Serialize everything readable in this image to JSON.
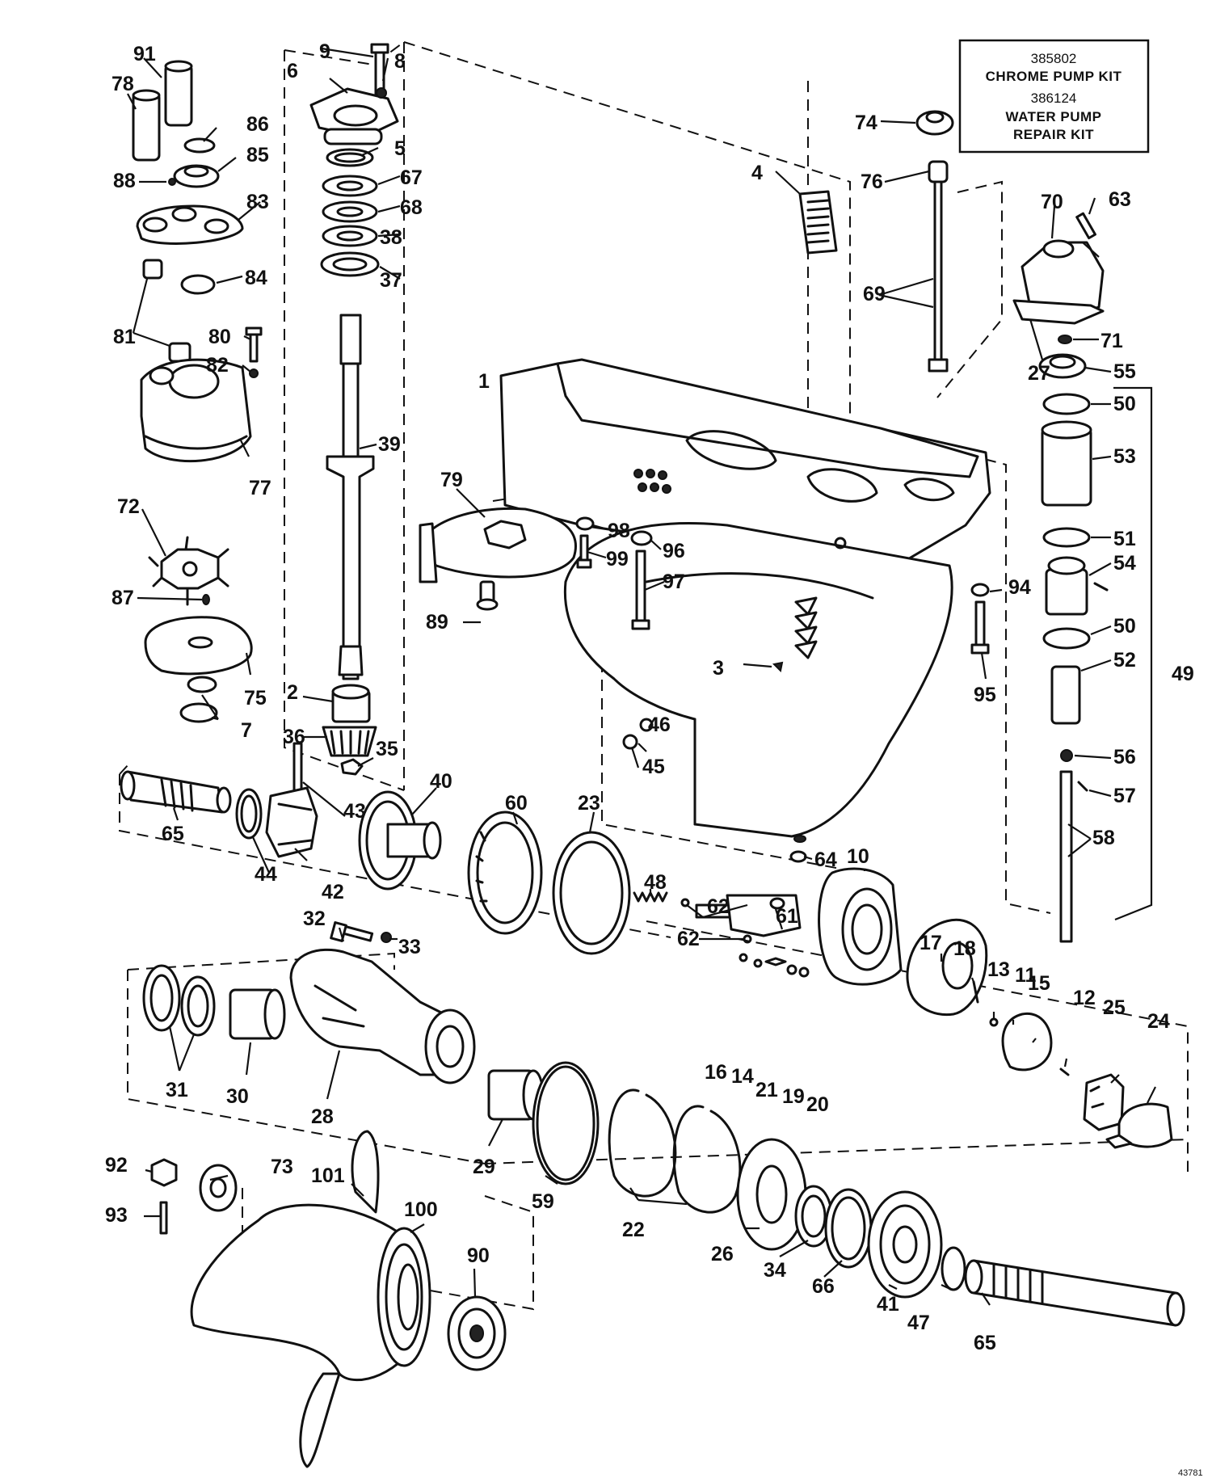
{
  "kit_box": {
    "line1": "385802",
    "line2": "CHROME PUMP KIT",
    "line3": "386124",
    "line4": "WATER PUMP",
    "line5": "REPAIR KIT"
  },
  "figure_id": "43781",
  "callouts": {
    "n1": "1",
    "n2": "2",
    "n3": "3",
    "n4": "4",
    "n5": "5",
    "n6": "6",
    "n7": "7",
    "n8": "8",
    "n9": "9",
    "n10": "10",
    "n11": "11",
    "n12": "12",
    "n13": "13",
    "n14": "14",
    "n15": "15",
    "n16": "16",
    "n17": "17",
    "n18": "18",
    "n19": "19",
    "n20": "20",
    "n21": "21",
    "n22": "22",
    "n23": "23",
    "n24": "24",
    "n25": "25",
    "n26": "26",
    "n27": "27",
    "n28": "28",
    "n29": "29",
    "n30": "30",
    "n31": "31",
    "n32": "32",
    "n33": "33",
    "n34": "34",
    "n35": "35",
    "n36": "36",
    "n37": "37",
    "n38": "38",
    "n39": "39",
    "n40": "40",
    "n41": "41",
    "n42": "42",
    "n43": "43",
    "n44": "44",
    "n45": "45",
    "n46": "46",
    "n47": "47",
    "n48": "48",
    "n49": "49",
    "n50": "50",
    "n51": "51",
    "n52": "52",
    "n53": "53",
    "n54": "54",
    "n55": "55",
    "n56": "56",
    "n57": "57",
    "n58": "58",
    "n59": "59",
    "n60": "60",
    "n61": "61",
    "n62": "62",
    "n63": "63",
    "n64": "64",
    "n65": "65",
    "n66": "66",
    "n67": "67",
    "n68": "68",
    "n69": "69",
    "n70": "70",
    "n71": "71",
    "n72": "72",
    "n73": "73",
    "n74": "74",
    "n75": "75",
    "n76": "76",
    "n77": "77",
    "n78": "78",
    "n79": "79",
    "n80": "80",
    "n81": "81",
    "n82": "82",
    "n83": "83",
    "n84": "84",
    "n85": "85",
    "n86": "86",
    "n87": "87",
    "n88": "88",
    "n89": "89",
    "n90": "90",
    "n91": "91",
    "n92": "92",
    "n93": "93",
    "n94": "94",
    "n95": "95",
    "n96": "96",
    "n97": "97",
    "n98": "98",
    "n99": "99",
    "n100": "100",
    "n101": "101"
  }
}
